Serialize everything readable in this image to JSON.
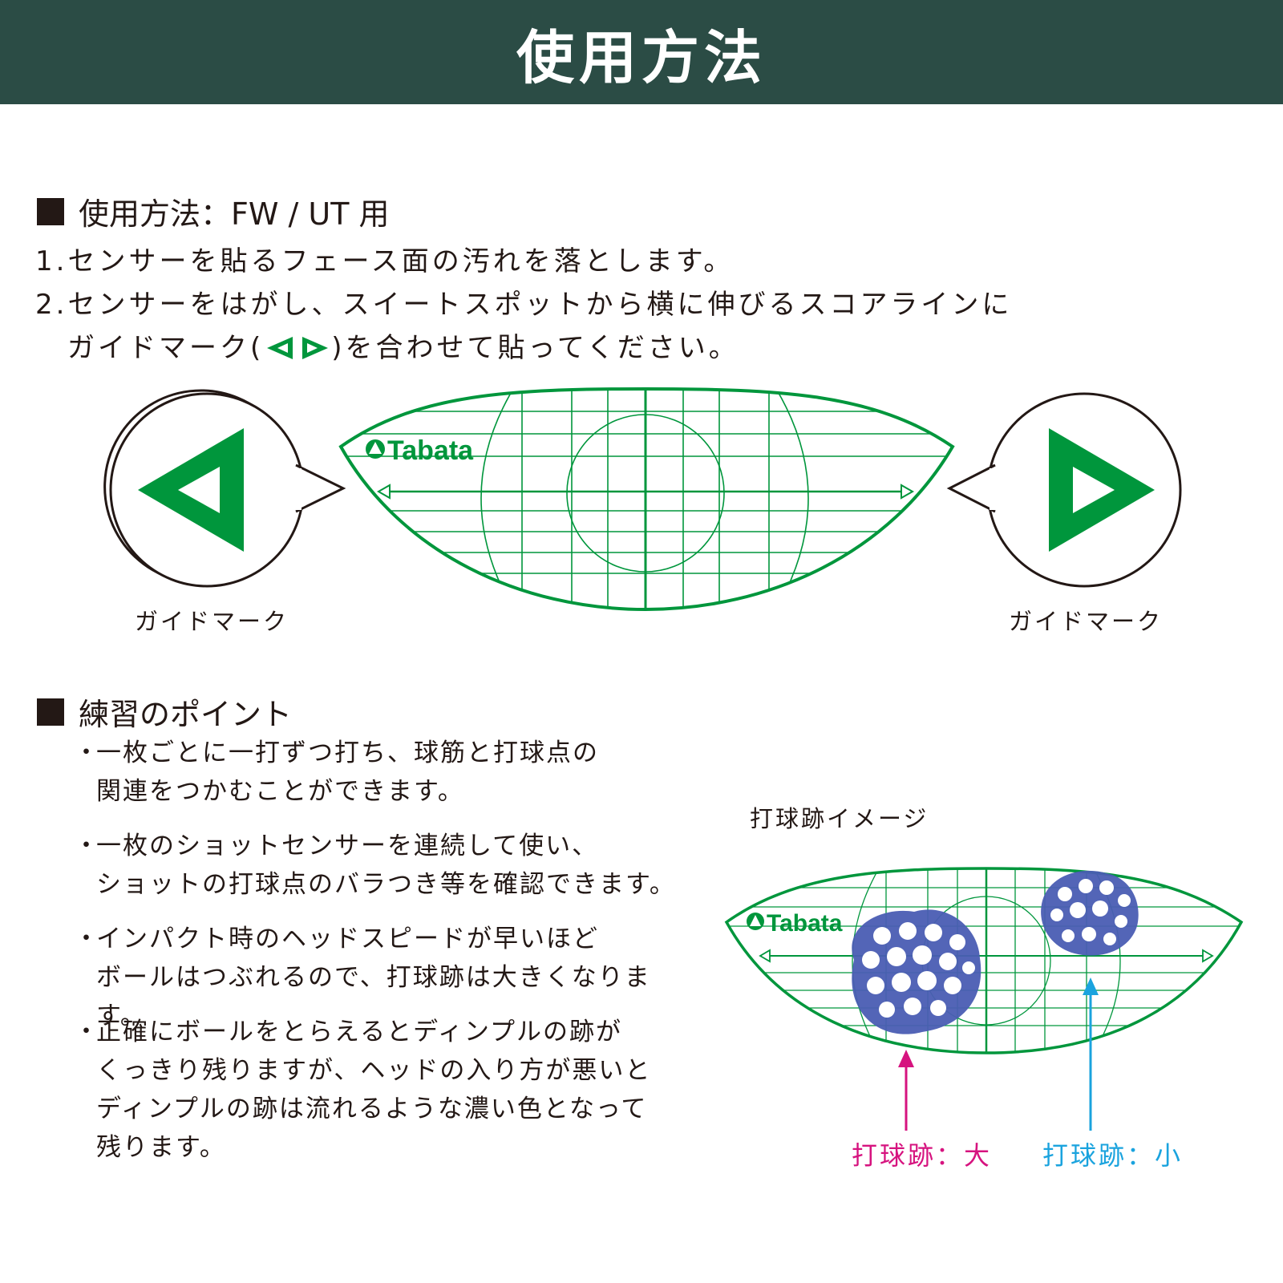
{
  "header": {
    "title": "使用方法"
  },
  "section1": {
    "title": "使用方法：FW / UT 用"
  },
  "steps": {
    "s1": "1.センサーを貼るフェース面の汚れを落とします。",
    "s2a": "2.センサーをはがし、スイートスポットから横に伸びるスコアラインに",
    "s2b_pre": "ガイドマーク(",
    "s2b_post": ")を合わせて貼ってください。"
  },
  "diagram": {
    "brand": "Tabata",
    "guide_left_label": "ガイドマーク",
    "guide_right_label": "ガイドマーク"
  },
  "section2": {
    "title": "練習のポイント"
  },
  "bullets": {
    "b1a": "一枚ごとに一打ずつ打ち、球筋と打球点の",
    "b1b": "関連をつかむことができます。",
    "b2a": "一枚のショットセンサーを連続して使い、",
    "b2b": "ショットの打球点のバラつき等を確認できます。",
    "b3a": "インパクト時のヘッドスピードが早いほど",
    "b3b": "ボールはつぶれるので、打球跡は大きくなります。",
    "b4a": "正確にボールをとらえるとディンプルの跡が",
    "b4b": "くっきり残りますが、ヘッドの入り方が悪いと",
    "b4c": "ディンプルの跡は流れるような濃い色となって",
    "b4d": "残ります。",
    "dot": "・"
  },
  "impact": {
    "title": "打球跡イメージ",
    "brand": "Tabata",
    "large_label": "打球跡：大",
    "small_label": "打球跡：小"
  },
  "colors": {
    "header_bg": "#2b4c45",
    "sensor_green": "#00963c",
    "large_arrow": "#d6137f",
    "small_arrow": "#1aa3de",
    "mark_blue": "#4a5db3"
  }
}
